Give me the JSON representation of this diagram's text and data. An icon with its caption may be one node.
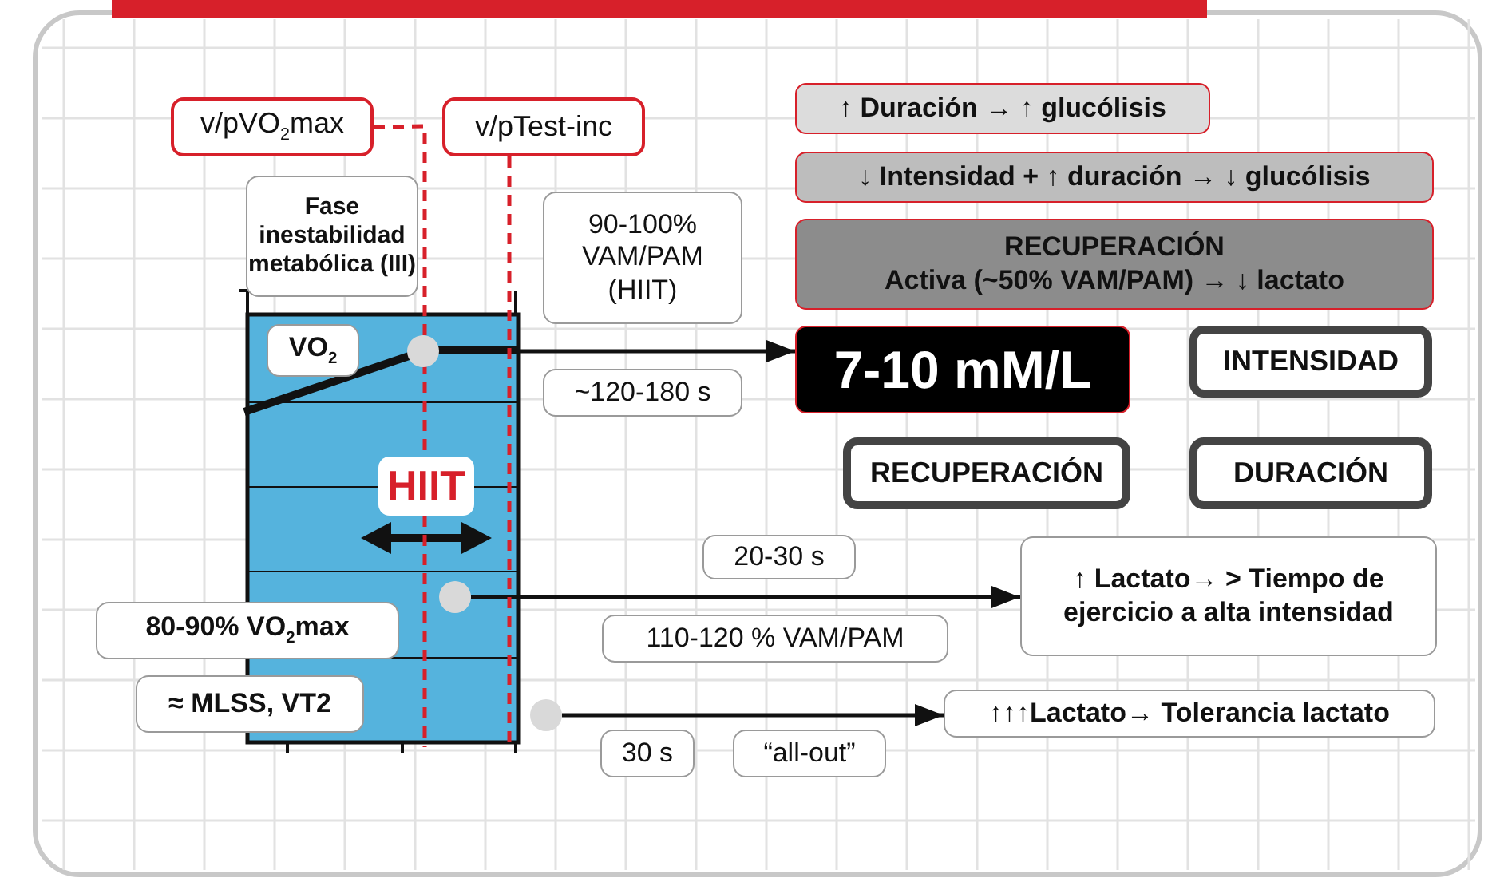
{
  "diagram": {
    "nodes": [
      {
        "text": [
          "v/pVO$_{2}$max"
        ]
      },
      {
        "text": [
          "v/pTest-inc"
        ]
      },
      {
        "text": [
          "Fase inestabilidad metabólica (III)"
        ]
      },
      {
        "text": [
          "90-100% VAM/PAM (HIIT)"
        ]
      },
      {
        "text": [
          "~120-180 s"
        ]
      },
      {
        "text": [
          "↑ Duración → ↑ glucólisis"
        ]
      },
      {
        "text": [
          "↓ Intensidad + ↑ duración → ↓ glucólisis"
        ]
      },
      {
        "text": [
          "RECUPERACIÓN",
          "Activa (~50% VAM/PAM) → ↓ lactato"
        ]
      },
      {
        "text": [
          "7-10 mM/L"
        ]
      },
      {
        "text": [
          "INTENSIDAD"
        ]
      },
      {
        "text": [
          "RECUPERACIÓN"
        ]
      },
      {
        "text": [
          "DURACIÓN"
        ]
      },
      {
        "text": [
          "VO$_{2}$"
        ]
      },
      {
        "text": [
          "HIIT"
        ]
      },
      {
        "text": [
          "20-30 s"
        ]
      },
      {
        "text": [
          "↑ Lactato→ > Tiempo de ejercicio a alta intensidad"
        ]
      },
      {
        "text": [
          "110-120 % VAM/PAM"
        ]
      },
      {
        "text": [
          "80-90% VO$_{2}$max"
        ]
      },
      {
        "text": [
          "≈ MLSS, VT2"
        ]
      },
      {
        "text": [
          "↑↑↑Lactato→ Tolerancia lactato"
        ]
      },
      {
        "text": [
          "30 s"
        ]
      },
      {
        "text": [
          "“all-out”"
        ]
      },
      {
        "text": [],
        "shape": "circle"
      },
      {
        "text": [],
        "shape": "circle"
      },
      {
        "text": [],
        "shape": "circle"
      }
    ],
    "edges": [
      {
        "from": 22,
        "to": 8,
        "arrow": "to"
      },
      {
        "from": 23,
        "to": 15,
        "arrow": "to"
      },
      {
        "from": 24,
        "to": 19,
        "arrow": "to"
      },
      {
        "from": 0,
        "to": null,
        "arrow": "none",
        "style": "dashed",
        "color": "#d7202a"
      },
      {
        "from": 1,
        "to": null,
        "arrow": "none",
        "style": "dashed",
        "color": "#d7202a"
      }
    ]
  }
}
